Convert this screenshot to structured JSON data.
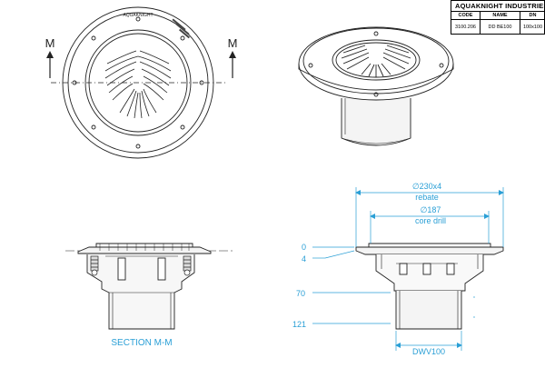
{
  "title_block": {
    "company": "AQUAKNIGHT INDUSTRIES",
    "headers": [
      "CODE",
      "NAME",
      "DN"
    ],
    "values": [
      "3100.206",
      "DD BE100",
      "100x100"
    ]
  },
  "plan_view": {
    "section_marker_left": "M",
    "section_marker_right": "M",
    "rim_logo": "AQUAKNIGHT"
  },
  "section_view": {
    "label": "SECTION M-M"
  },
  "dimensions": {
    "rebate_dia": "∅230x4",
    "rebate_label": "rebate",
    "core_dia": "∅187",
    "core_label": "core drill",
    "level_0": "0",
    "level_4": "4",
    "level_70": "70",
    "level_121": "121",
    "outlet": "DWV100"
  },
  "colors": {
    "line": "#222222",
    "dimension": "#2a9fd6",
    "section_label": "#2a9fd6"
  }
}
